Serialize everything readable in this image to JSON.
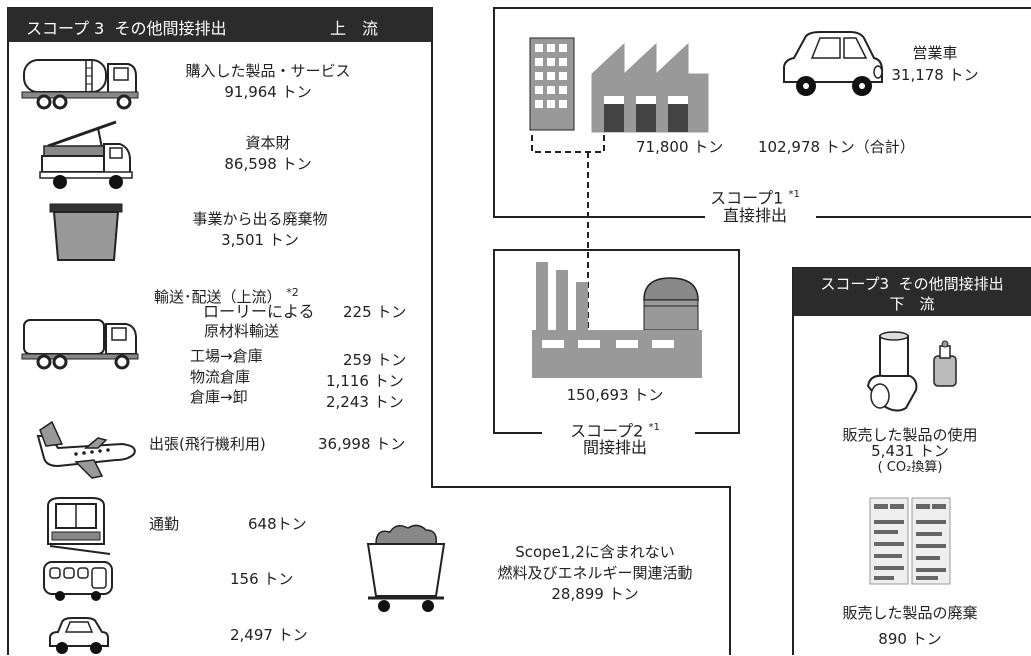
{
  "upstream": {
    "header": "スコープ 3  その他間接排出",
    "header_right": "上　流",
    "purchased": {
      "label": "購入した製品・サービス",
      "value": "91,964 トン"
    },
    "capital": {
      "label": "資本財",
      "value": "86,598 トン"
    },
    "waste": {
      "label": "事業から出る廃棄物",
      "value": "3,501 トン"
    },
    "transport": {
      "label": "輸送･配送（上流）",
      "note": "*2",
      "items": [
        {
          "label": "ローリーによる",
          "value": "225 トン"
        },
        {
          "label": "原材料輸送",
          "value": ""
        },
        {
          "label": "工場→倉庫",
          "value": "259 トン"
        },
        {
          "label": "物流倉庫",
          "value": "1,116 トン"
        },
        {
          "label": "倉庫→卸",
          "value": "2,243 トン"
        }
      ]
    },
    "business_travel": {
      "label": "出張(飛行機利用)",
      "value": "36,998 トン"
    },
    "commute": {
      "label": "通勤",
      "values": [
        "648トン",
        "156 トン",
        "2,497 トン"
      ]
    }
  },
  "fuel": {
    "line1": "Scope1,2に含まれない",
    "line2": "燃料及びエネルギー関連活動",
    "value": "28,899 トン"
  },
  "scope1": {
    "factory_value": "71,800 トン",
    "car_label": "営業車",
    "car_value": "31,178 トン",
    "total": "102,978 トン（合計）",
    "title": "スコープ1",
    "title_note": "*1",
    "subtitle": "直接排出"
  },
  "scope2": {
    "value": "150,693 トン",
    "title": "スコープ2",
    "title_note": "*1",
    "subtitle": "間接排出"
  },
  "downstream": {
    "header_line1": "スコープ3  その他間接排出",
    "header_line2": "下　流",
    "use": {
      "label": "販売した製品の使用",
      "value": "5,431 トン",
      "unit": "( CO₂換算)"
    },
    "disposal": {
      "label": "販売した製品の廃棄",
      "value": "890 トン"
    }
  }
}
